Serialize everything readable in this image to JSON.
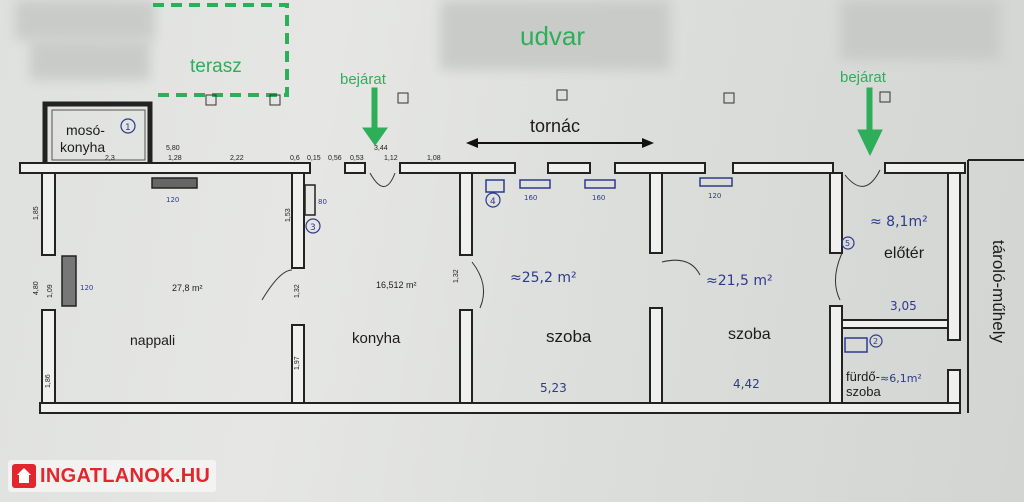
{
  "labels": {
    "udvar": "udvar",
    "terasz": "terasz",
    "bejarat_left": "bejárat",
    "bejarat_right": "bejárat",
    "tornac": "tornác",
    "moso_line1": "mosó-",
    "moso_line2": "konyha",
    "nappali": "nappali",
    "konyha": "konyha",
    "szoba1": "szoba",
    "szoba2": "szoba",
    "eloter": "előtér",
    "furdo_line1": "fürdő-",
    "furdo_line2": "szoba",
    "taroló": "tároló-műhely"
  },
  "areas": {
    "nappali": "27,8 m²",
    "konyha": "16,512 m²",
    "szoba1": "≈25,2 m²",
    "szoba2": "≈21,5 m²",
    "eloter": "≈ 8,1m²",
    "furdo": "≈6,1m²"
  },
  "dimensions": {
    "d580": "5,80",
    "d128": "1,28",
    "d23": "2,3",
    "d222": "2,22",
    "d06": "0,6",
    "d015": "0,15",
    "d056": "0,56",
    "d053": "0,53",
    "d344": "3,44",
    "d112": "1,12",
    "d108": "1,08",
    "d185": "1,85",
    "d480": "4,80",
    "d109": "1,09",
    "d186": "1,86",
    "d153": "1,53",
    "d132a": "1,32",
    "d197": "1,97",
    "d132b": "1,32"
  },
  "handnotes": {
    "w120a": "120",
    "w160a": "160",
    "w160b": "160",
    "w120b": "120",
    "w120c": "120",
    "w80": "80",
    "n523": "5,23",
    "n442": "4,42",
    "n305": "3,05",
    "c1": "1",
    "c3": "3",
    "c4": "4",
    "c5": "5",
    "c2": "2"
  },
  "logo": {
    "text": "INGATLANOK.HU"
  }
}
